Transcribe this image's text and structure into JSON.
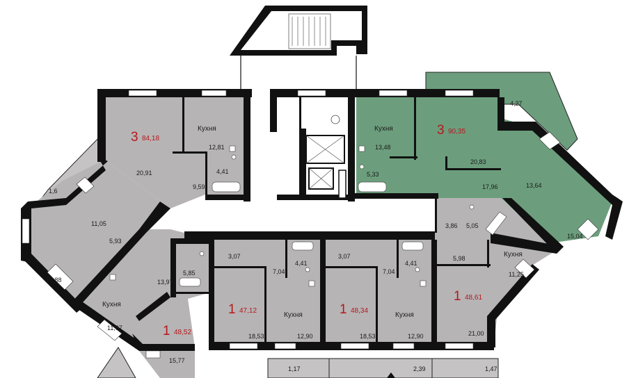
{
  "plan": {
    "apartments": [
      {
        "id": "a1",
        "rooms": "3",
        "area": "84,18",
        "color": "#b7b4b5"
      },
      {
        "id": "a2",
        "rooms": "3",
        "area": "90,35",
        "color": "#6c9e7d"
      },
      {
        "id": "a3",
        "rooms": "1",
        "area": "48,52",
        "color": "#b7b4b5"
      },
      {
        "id": "a4",
        "rooms": "1",
        "area": "47,12",
        "color": "#b7b4b5"
      },
      {
        "id": "a5",
        "rooms": "1",
        "area": "48,34",
        "color": "#b7b4b5"
      },
      {
        "id": "a6",
        "rooms": "1",
        "area": "48,61",
        "color": "#b7b4b5"
      }
    ],
    "kitchen_label": "Кухня",
    "room_areas": {
      "a1_kitchen": "12,81",
      "a1_living": "20,91",
      "a1_bath": "4,41",
      "a1_hall": "9,59",
      "a1_balcony": "1,6",
      "a1_room2": "11,05",
      "a1_hall2": "5,93",
      "a1_room3": "17,88",
      "a2_kitchen": "13,48",
      "a2_bath": "5,33",
      "a2_living": "20,83",
      "a2_balcony": "4,27",
      "a2_hall": "17,96",
      "a2_room2": "13,64",
      "a2_room3": "15,04",
      "a2_wc": "3,86",
      "a2_bath2": "5,05",
      "a3_kitchen": "11,67",
      "a3_hall": "13,97",
      "a3_bath": "5,85",
      "a3_room": "15,77",
      "a4_hall": "3,07",
      "a4_bath": "4,41",
      "a4_corr": "7,04",
      "a4_room": "18,53",
      "a4_kitchen": "12,90",
      "a4_balcony": "1,17",
      "a5_hall": "3,07",
      "a5_bath": "4,41",
      "a5_corr": "7,04",
      "a5_room": "18,53",
      "a5_kitchen": "12,90",
      "a5_balcony": "2,39",
      "a6_hall": "5,98",
      "a6_kitchen": "11,25",
      "a6_room": "21,00",
      "a6_balcony": "1,47"
    },
    "colors": {
      "gray": "#b7b4b5",
      "green": "#6c9e7d",
      "wall": "#111111",
      "balcony": "#c5c3c4"
    }
  }
}
